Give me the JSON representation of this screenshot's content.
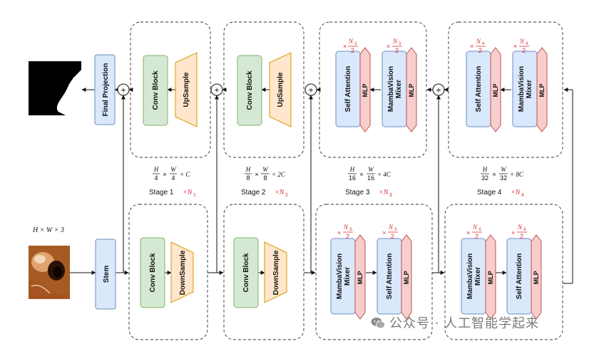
{
  "blocks": {
    "final_projection": "Final Projection",
    "stem": "Stem",
    "conv_block": "Conv Block",
    "upsample": "UpSample",
    "downsample": "DownSample",
    "self_attention": "Self Attention",
    "mlp": "MLP",
    "mamba_l1": "MambaVision",
    "mamba_l2": "Mixer"
  },
  "dims": {
    "input": "H × W × 3",
    "stage1": [
      "H",
      "4",
      "W",
      "4",
      "× C"
    ],
    "stage2": [
      "H",
      "8",
      "W",
      "8",
      "× 2C"
    ],
    "stage3": [
      "H",
      "16",
      "W",
      "16",
      "× 4C"
    ],
    "stage4": [
      "H",
      "32",
      "W",
      "32",
      "× 8C"
    ]
  },
  "stages": [
    {
      "label": "Stage 1",
      "mult": "×N",
      "sub": "1"
    },
    {
      "label": "Stage 2",
      "mult": "×N",
      "sub": "2"
    },
    {
      "label": "Stage 3",
      "mult": "×N",
      "sub": "3"
    },
    {
      "label": "Stage 4",
      "mult": "×N",
      "sub": "4"
    }
  ],
  "repeat": {
    "n3": {
      "pre": "×",
      "num": "N",
      "sub": "3",
      "den": "2"
    },
    "n4": {
      "pre": "×",
      "num": "N",
      "sub": "4",
      "den": "2"
    }
  },
  "plus_symbol": "+",
  "watermark": "公众号 · 人工智能学起来",
  "colors": {
    "blue_fill": "#dae8fc",
    "blue_stroke": "#6c8ebf",
    "green_fill": "#d5e8d4",
    "green_stroke": "#82b366",
    "orange_fill": "#ffe6cc",
    "orange_stroke": "#d79b00",
    "red_fill": "#f8cecc",
    "red_stroke": "#b85450",
    "accent_red": "#d9303a"
  }
}
